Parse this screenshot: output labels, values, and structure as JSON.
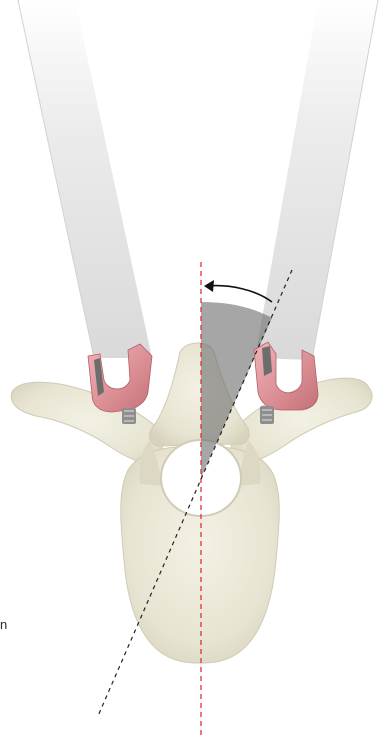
{
  "edge_text": "n",
  "colors": {
    "background": "#ffffff",
    "bone": "#e9e6d6",
    "bone_shadow": "#cfcbb6",
    "extender": "#e4e4e4",
    "tulip_head": "#d98c92",
    "midline": "#e0313a",
    "trajectory": "#222222",
    "angle_wedge": "#6f6f6f"
  },
  "elements": {
    "left_extender": "pedicle-screw-extender",
    "right_extender": "pedicle-screw-extender",
    "vertebra": "vertebra",
    "spinal_canal": "vertebral-foramen",
    "midline": "sagittal-midline",
    "trajectory": "screw-trajectory",
    "angle": "angulation-arc"
  }
}
